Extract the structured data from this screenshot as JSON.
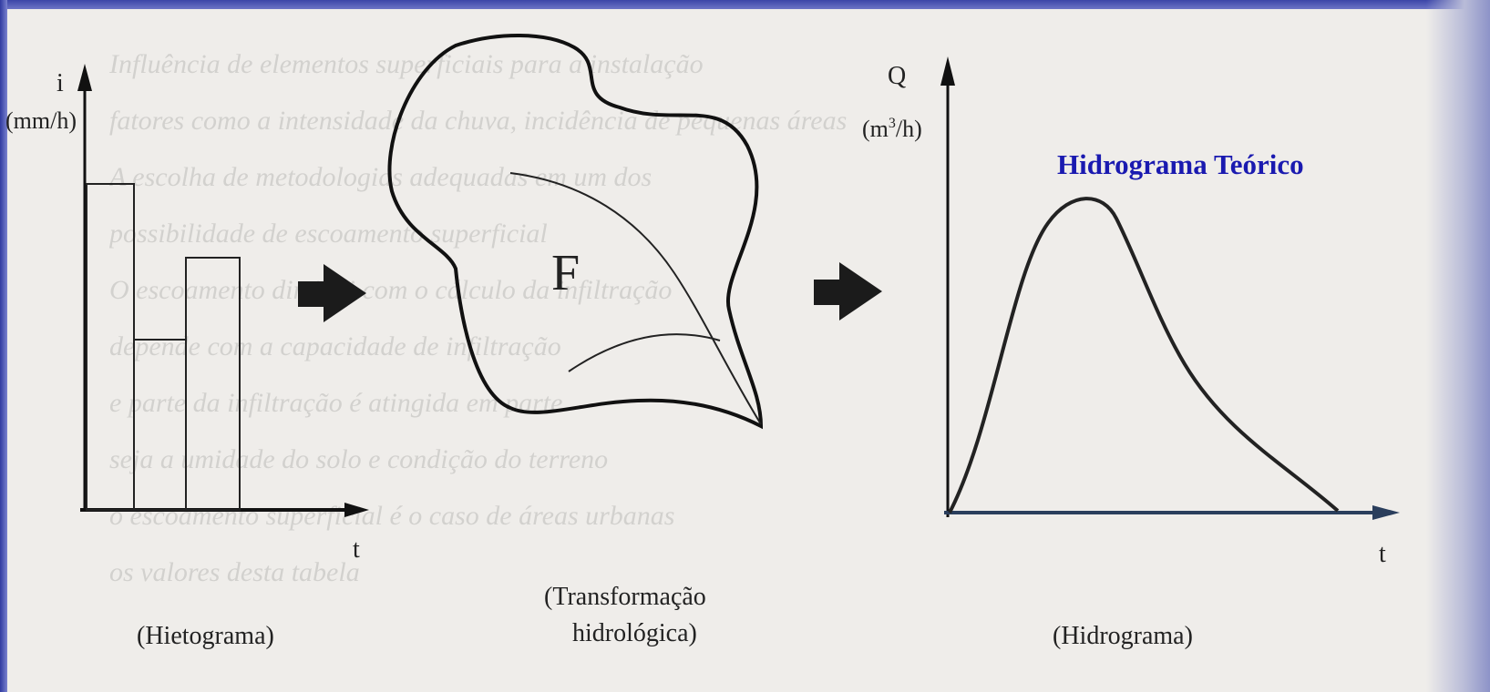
{
  "title": "Hidrograma Teórico",
  "hietograma": {
    "y_axis_symbol": "i",
    "y_unit": "(mm/h)",
    "x_axis_symbol": "t",
    "caption": "(Hietograma)"
  },
  "transformacao": {
    "region_label": "F",
    "caption_line1": "(Transformação",
    "caption_line2": "hidrológica)"
  },
  "hidrograma": {
    "y_axis_symbol": "Q",
    "y_unit_prefix": "(m",
    "y_unit_exp": "3",
    "y_unit_suffix": "/h)",
    "x_axis_symbol": "t",
    "caption": "(Hidrograma)"
  },
  "background_text": [
    "Influência de elementos superficiais para a instalação",
    "fatores como a intensidade da chuva, incidência de pequenas áreas",
    "A escolha de metodologias adequadas em um dos",
    "possibilidade de escoamento superficial",
    "O escoamento diminui com o cálculo da infiltração",
    "depende com a capacidade de infiltração",
    "e parte da infiltração é atingida em parte",
    "seja a umidade do solo e condição do terreno",
    "o escoamento superficial é o caso de áreas urbanas",
    "os valores desta tabela"
  ]
}
